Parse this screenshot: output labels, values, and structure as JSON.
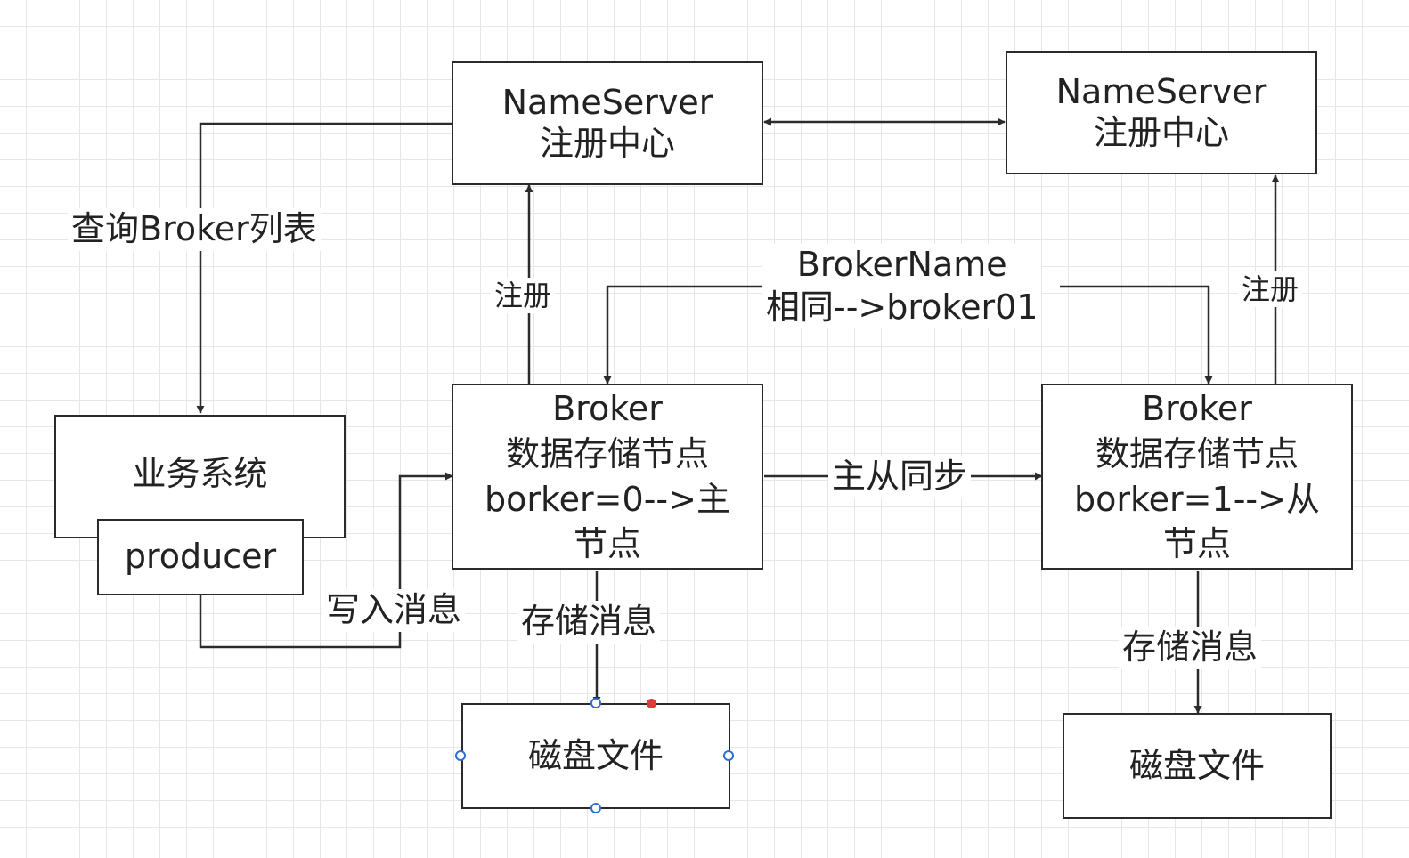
{
  "nodes": {
    "nameserver_left": {
      "line1": "NameServer",
      "line2": "注册中心"
    },
    "nameserver_right": {
      "line1": "NameServer",
      "line2": "注册中心"
    },
    "business_system": {
      "label": "业务系统"
    },
    "producer": {
      "label": "producer"
    },
    "broker_master": {
      "line1": "Broker",
      "line2": "数据存储节点",
      "line3": "borker=0-->主",
      "line4": "节点"
    },
    "broker_slave": {
      "line1": "Broker",
      "line2": "数据存储节点",
      "line3": "borker=1-->从",
      "line4": "节点"
    },
    "disk_left": {
      "label": "磁盘文件"
    },
    "disk_right": {
      "label": "磁盘文件"
    }
  },
  "edges": {
    "query_brokers": "查询Broker列表",
    "register_left": "注册",
    "register_right": "注册",
    "broker_name_line1": "BrokerName",
    "broker_name_line2": "相同-->broker01",
    "write_message": "写入消息",
    "master_slave_sync": "主从同步",
    "store_message_left": "存储消息",
    "store_message_right": "存储消息"
  }
}
